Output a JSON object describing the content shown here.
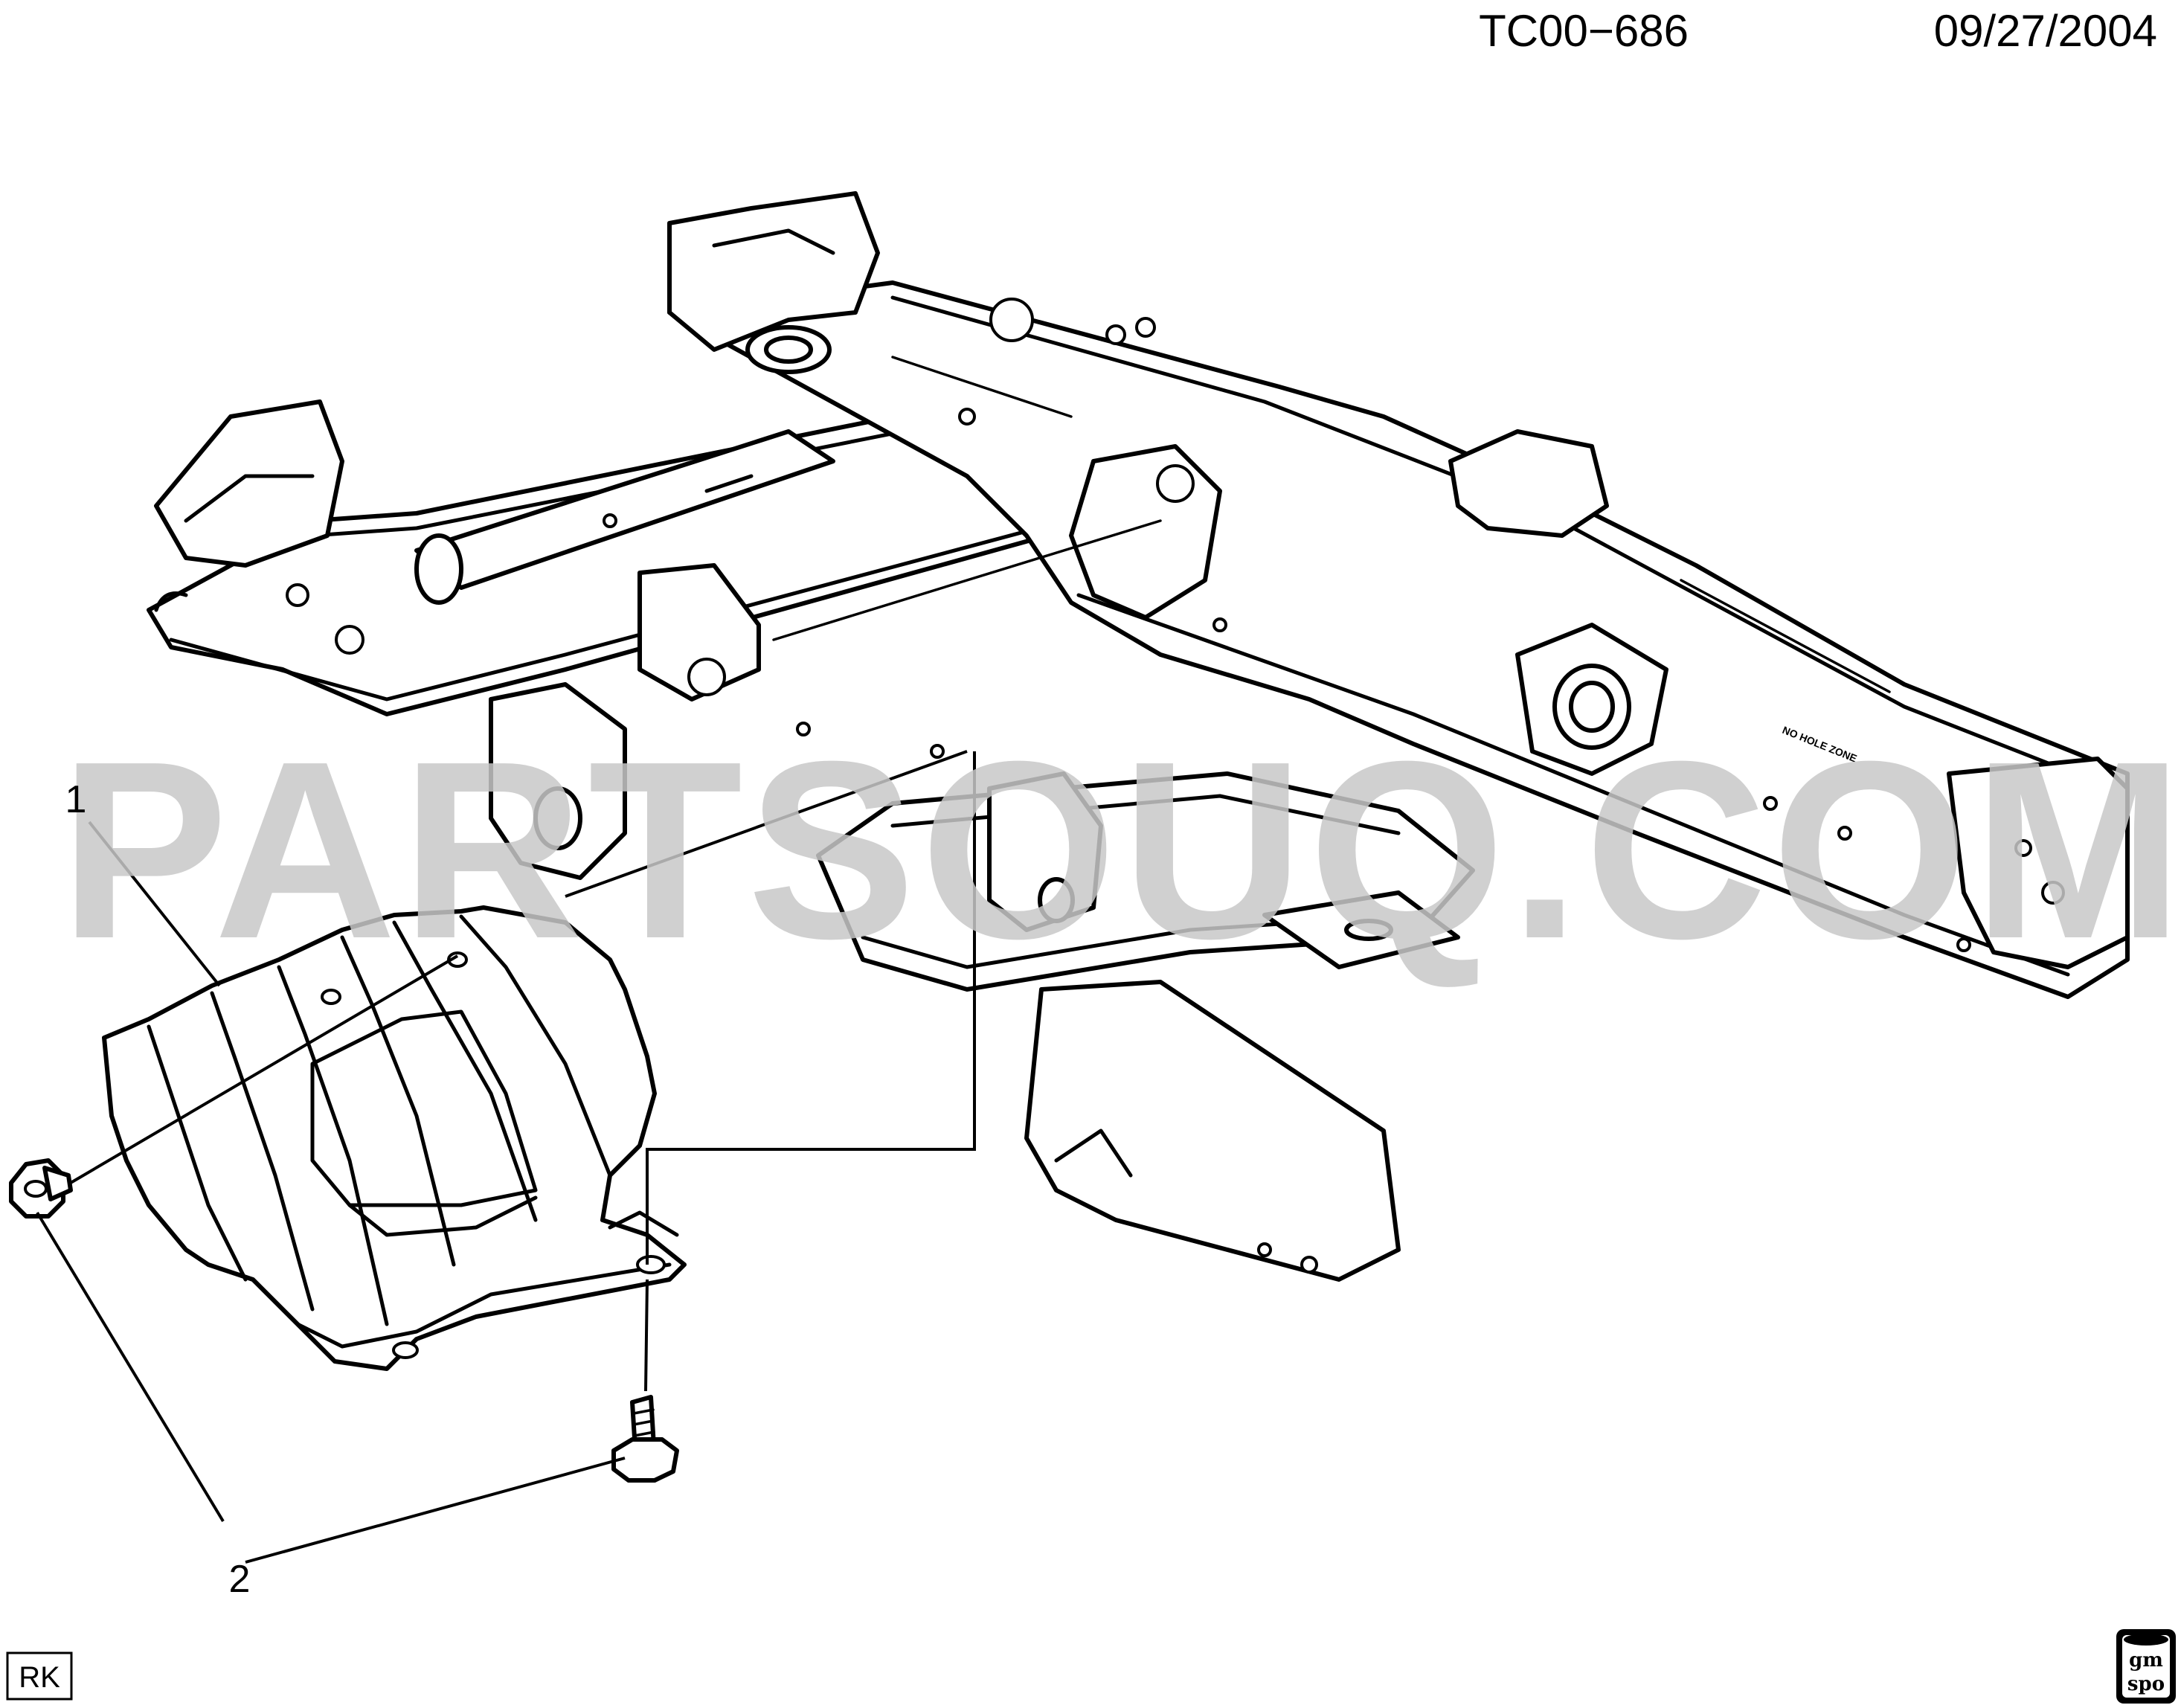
{
  "header": {
    "drawing_id": "TC00−686",
    "date": "09/27/2004"
  },
  "watermark": {
    "text": "PARTSOUQ.COM"
  },
  "frame_label": {
    "text": "NO HOLE ZONE"
  },
  "callouts": [
    {
      "number": "1",
      "part": "skid plate"
    },
    {
      "number": "2",
      "part": "bolt"
    }
  ],
  "footer": {
    "code": "RK",
    "logo_top": "gm",
    "logo_bottom": "spo"
  }
}
